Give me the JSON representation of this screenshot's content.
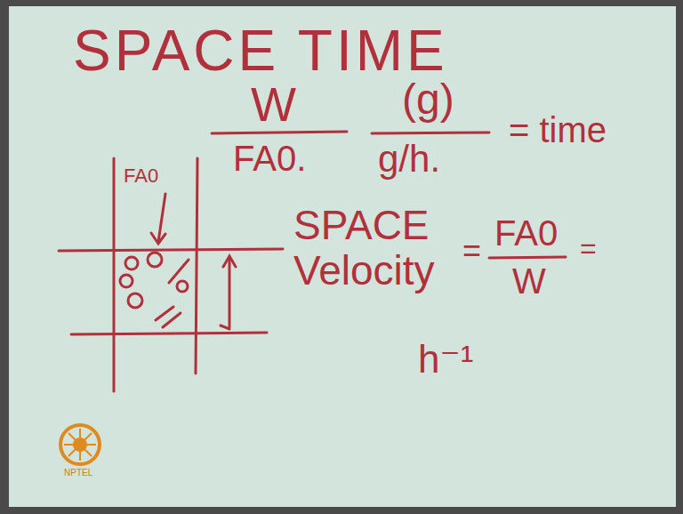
{
  "diagram": {
    "title": "SPACE TIME",
    "labels": [
      "W",
      "FA0.",
      "(g)",
      "g/h.",
      "= time",
      "FA0",
      "SPACE Velocity",
      "=",
      "FA0",
      "W",
      "=",
      "h⁻¹",
      "NPTEL"
    ]
  }
}
